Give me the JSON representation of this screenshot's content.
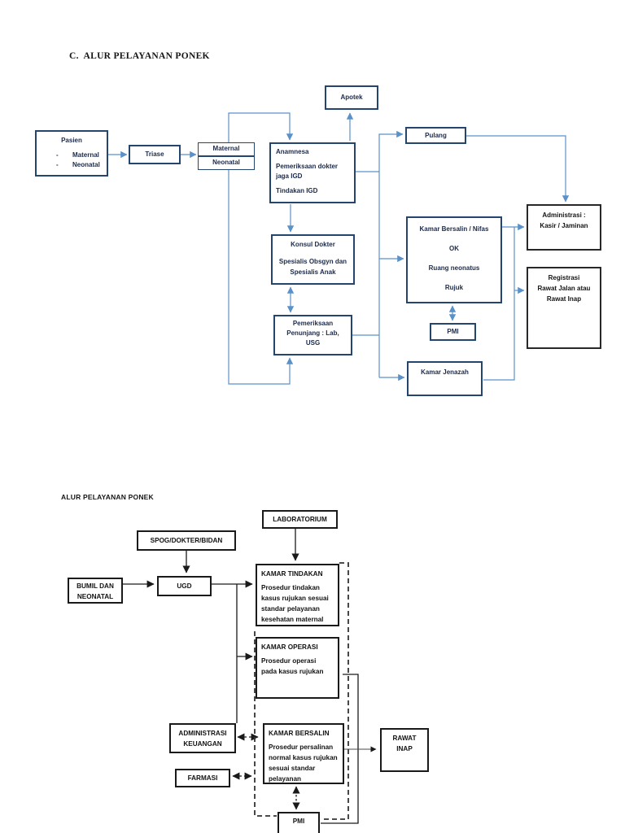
{
  "colors": {
    "top_box_border": "#24456e",
    "top_connector": "#5b91c9",
    "top_text": "#1b2a4a",
    "dark_box_border": "#282828",
    "bottom_ink": "#1a1a1a",
    "page_background": "#ffffff"
  },
  "diagram_top": {
    "heading": "C.  ALUR PELAYANAN PONEK",
    "pasien": {
      "title": "Pasien",
      "bullet": "-",
      "item1": "Maternal",
      "item2": "Neonatal"
    },
    "triase": "Triase",
    "maternal": "Maternal",
    "neonatal": "Neonatal",
    "anamnesa": {
      "l0": "Anamnesa",
      "l1": "Pemeriksaan dokter",
      "l2": "jaga IGD",
      "l3": "Tindakan IGD"
    },
    "apotek": "Apotek",
    "pulang": "Pulang",
    "konsul": {
      "l0": "Konsul Dokter",
      "l1": "Spesialis Obsgyn dan",
      "l2": "Spesialis Anak"
    },
    "pemeriksaan": {
      "l0": "Pemeriksaan",
      "l1": "Penunjang : Lab,",
      "l2": "USG"
    },
    "kamar_bersalin": {
      "l0": "Kamar Bersalin / Nifas",
      "l1": "OK",
      "l2": "Ruang neonatus",
      "l3": "Rujuk"
    },
    "pmi": "PMI",
    "kamar_jenazah": "Kamar Jenazah",
    "administrasi": {
      "l0": "Administrasi :",
      "l1": "Kasir / Jaminan"
    },
    "registrasi": {
      "l0": "Registrasi",
      "l1": "Rawat Jalan atau",
      "l2": "Rawat Inap"
    }
  },
  "diagram_bottom": {
    "heading": "ALUR PELAYANAN PONEK",
    "laboratorium": "LABORATORIUM",
    "spog": "SPOG/DOKTER/BIDAN",
    "bumil": {
      "l0": "BUMIL DAN",
      "l1": "NEONATAL"
    },
    "ugd": "UGD",
    "kamar_tindakan": {
      "title": "KAMAR TINDAKAN",
      "l0": "Prosedur tindakan",
      "l1": "kasus rujukan sesuai",
      "l2": "standar pelayanan",
      "l3": "kesehatan maternal"
    },
    "kamar_operasi": {
      "title": "KAMAR OPERASI",
      "l0": "Prosedur operasi",
      "l1": "pada kasus rujukan"
    },
    "administrasi_keuangan": {
      "l0": "ADMINISTRASI",
      "l1": "KEUANGAN"
    },
    "kamar_bersalin": {
      "title": "KAMAR BERSALIN",
      "l0": "Prosedur persalinan",
      "l1": "normal kasus rujukan",
      "l2": "sesuai standar",
      "l3": "pelayanan"
    },
    "farmasi": "FARMASI",
    "rawat_inap": {
      "l0": "RAWAT",
      "l1": "INAP"
    },
    "pmi": "PMI"
  }
}
